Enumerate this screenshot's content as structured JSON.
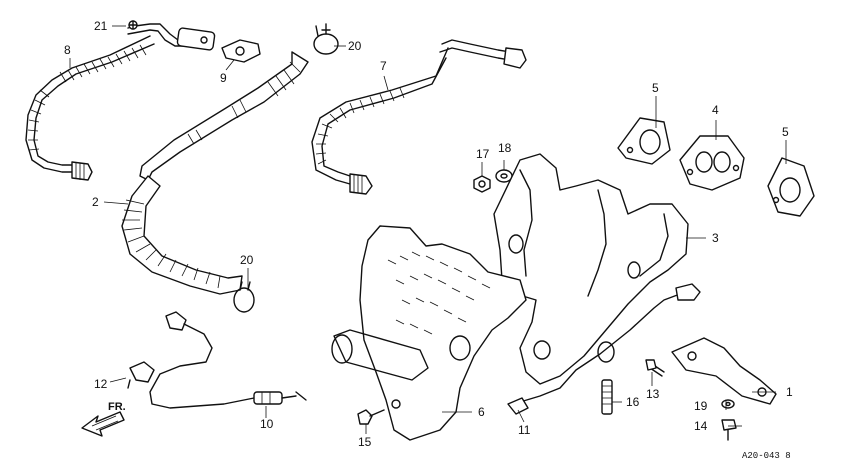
{
  "diagram": {
    "drawing_code": "A20-043 8",
    "direction_label": "FR.",
    "callouts": [
      {
        "id": "c1",
        "text": "1"
      },
      {
        "id": "c2",
        "text": "2"
      },
      {
        "id": "c3",
        "text": "3"
      },
      {
        "id": "c4",
        "text": "4"
      },
      {
        "id": "c5a",
        "text": "5"
      },
      {
        "id": "c5b",
        "text": "5"
      },
      {
        "id": "c6",
        "text": "6"
      },
      {
        "id": "c7",
        "text": "7"
      },
      {
        "id": "c8",
        "text": "8"
      },
      {
        "id": "c9",
        "text": "9"
      },
      {
        "id": "c10",
        "text": "10"
      },
      {
        "id": "c11",
        "text": "11"
      },
      {
        "id": "c12",
        "text": "12"
      },
      {
        "id": "c13",
        "text": "13"
      },
      {
        "id": "c14",
        "text": "14"
      },
      {
        "id": "c15",
        "text": "15"
      },
      {
        "id": "c16",
        "text": "16"
      },
      {
        "id": "c17",
        "text": "17"
      },
      {
        "id": "c18",
        "text": "18"
      },
      {
        "id": "c19",
        "text": "19"
      },
      {
        "id": "c20a",
        "text": "20"
      },
      {
        "id": "c20b",
        "text": "20"
      },
      {
        "id": "c21",
        "text": "21"
      }
    ]
  }
}
